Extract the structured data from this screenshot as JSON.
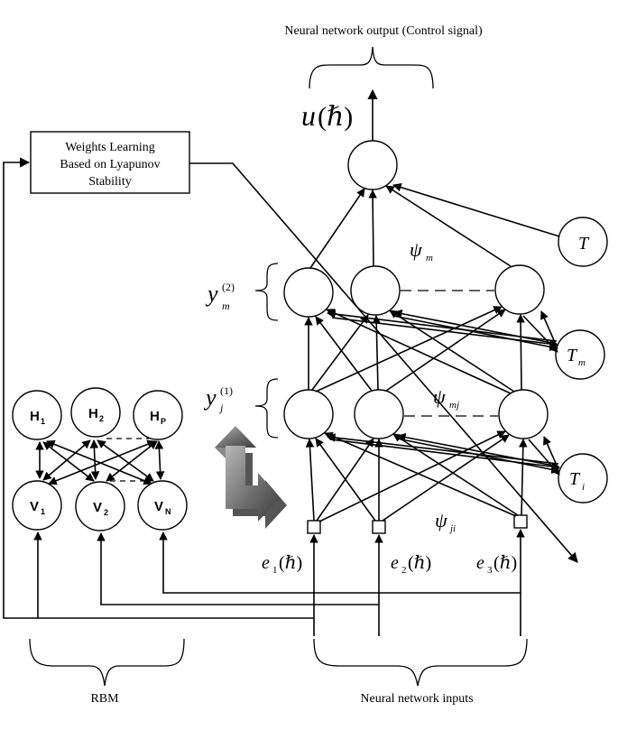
{
  "labels": {
    "output_title": "Neural network output (Control signal)",
    "output_u": "u",
    "output_hbar": "(ℏ)",
    "weights_box_line1": "Weights Learning",
    "weights_box_line2": "Based on Lyapunov",
    "weights_box_line3": "Stability",
    "T": "T",
    "T_m": "T",
    "T_m_sub": "m",
    "T_i": "T",
    "T_i_sub": "i",
    "psi_m": "ψ",
    "psi_m_sub": "m",
    "psi_mj": "ψ",
    "psi_mj_sub": "mj",
    "psi_ji": "ψ",
    "psi_ji_sub": "ji",
    "y2": "y",
    "y2_sup": "(2)",
    "y2_sub": "m",
    "y1": "y",
    "y1_sup": "(1)",
    "y1_sub": "j",
    "e1": "e",
    "e1_sub": "1",
    "e1_arg": "(ℏ)",
    "e2": "e",
    "e2_sub": "2",
    "e2_arg": "(ℏ)",
    "e3": "e",
    "e3_sub": "3",
    "e3_arg": "(ℏ)",
    "H1": "H",
    "H1_sub": "1",
    "H2": "H",
    "H2_sub": "2",
    "HP": "H",
    "HP_sub": "P",
    "V1": "V",
    "V1_sub": "1",
    "V2": "V",
    "V2_sub": "2",
    "VN": "V",
    "VN_sub": "N",
    "rbm": "RBM",
    "inputs_caption": "Neural network inputs"
  }
}
